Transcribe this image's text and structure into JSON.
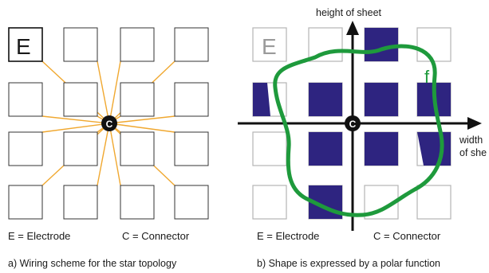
{
  "panel_a": {
    "electrode_letter": "E",
    "connector_letter": "C",
    "legend_electrode": "E = Electrode",
    "legend_connector": "C = Connector",
    "caption": "a) Wiring scheme for the star topology",
    "wire_color": "#f0a830"
  },
  "panel_b": {
    "electrode_letter": "E",
    "connector_letter": "C",
    "axis_y_label": "height of sheet",
    "axis_x_label_line1": "width",
    "axis_x_label_line2": "of she",
    "function_label": "f",
    "legend_electrode": "E = Electrode",
    "legend_connector": "C = Connector",
    "caption": "b) Shape is expressed by a polar function",
    "fill_color": "#2e2480",
    "curve_color": "#1e9a3c",
    "active_cells": [
      [
        0,
        2
      ],
      [
        1,
        0
      ],
      [
        1,
        1
      ],
      [
        1,
        2
      ],
      [
        1,
        3
      ],
      [
        2,
        1
      ],
      [
        2,
        2
      ],
      [
        2,
        3
      ],
      [
        3,
        1
      ]
    ],
    "partial_cells": [
      [
        1,
        0,
        "left-half"
      ],
      [
        2,
        3,
        "right-clip"
      ]
    ]
  }
}
